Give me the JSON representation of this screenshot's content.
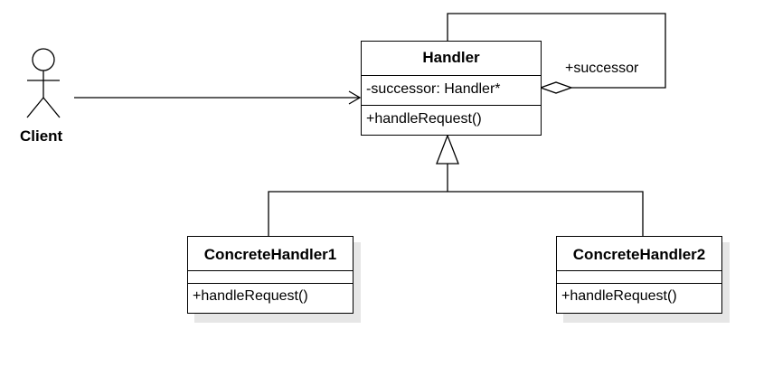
{
  "client": {
    "label": "Client"
  },
  "handler": {
    "name": "Handler",
    "attribute": "-successor: Handler*",
    "operation": "+handleRequest()"
  },
  "self_association": {
    "role": "+successor"
  },
  "concrete_handler_1": {
    "name": "ConcreteHandler1",
    "operation": "+handleRequest()"
  },
  "concrete_handler_2": {
    "name": "ConcreteHandler2",
    "operation": "+handleRequest()"
  }
}
